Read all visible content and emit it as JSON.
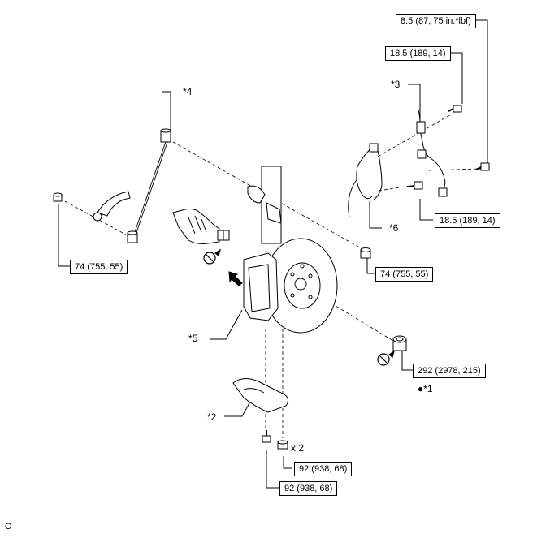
{
  "torque_specs": {
    "t_brake_hose_bracket_bolt": "8.5 (87, 75 in.*lbf)",
    "t_speed_sensor_upper": "18.5 (189, 14)",
    "t_speed_sensor_lower": "18.5 (189, 14)",
    "t_stabilizer_link_left": "74 (755, 55)",
    "t_stabilizer_link_right": "74 (755, 55)",
    "t_axle_nut": "292 (2978, 215)",
    "t_cover_bolt": "92 (938, 68)",
    "t_cover_nut": "92 (938, 68)"
  },
  "callouts": {
    "c1": "●*1",
    "c2": "*2",
    "c3": "*3",
    "c4": "*4",
    "c5": "*5",
    "c6": "*6"
  },
  "quantity_label": "x 2",
  "footer_code": "O"
}
